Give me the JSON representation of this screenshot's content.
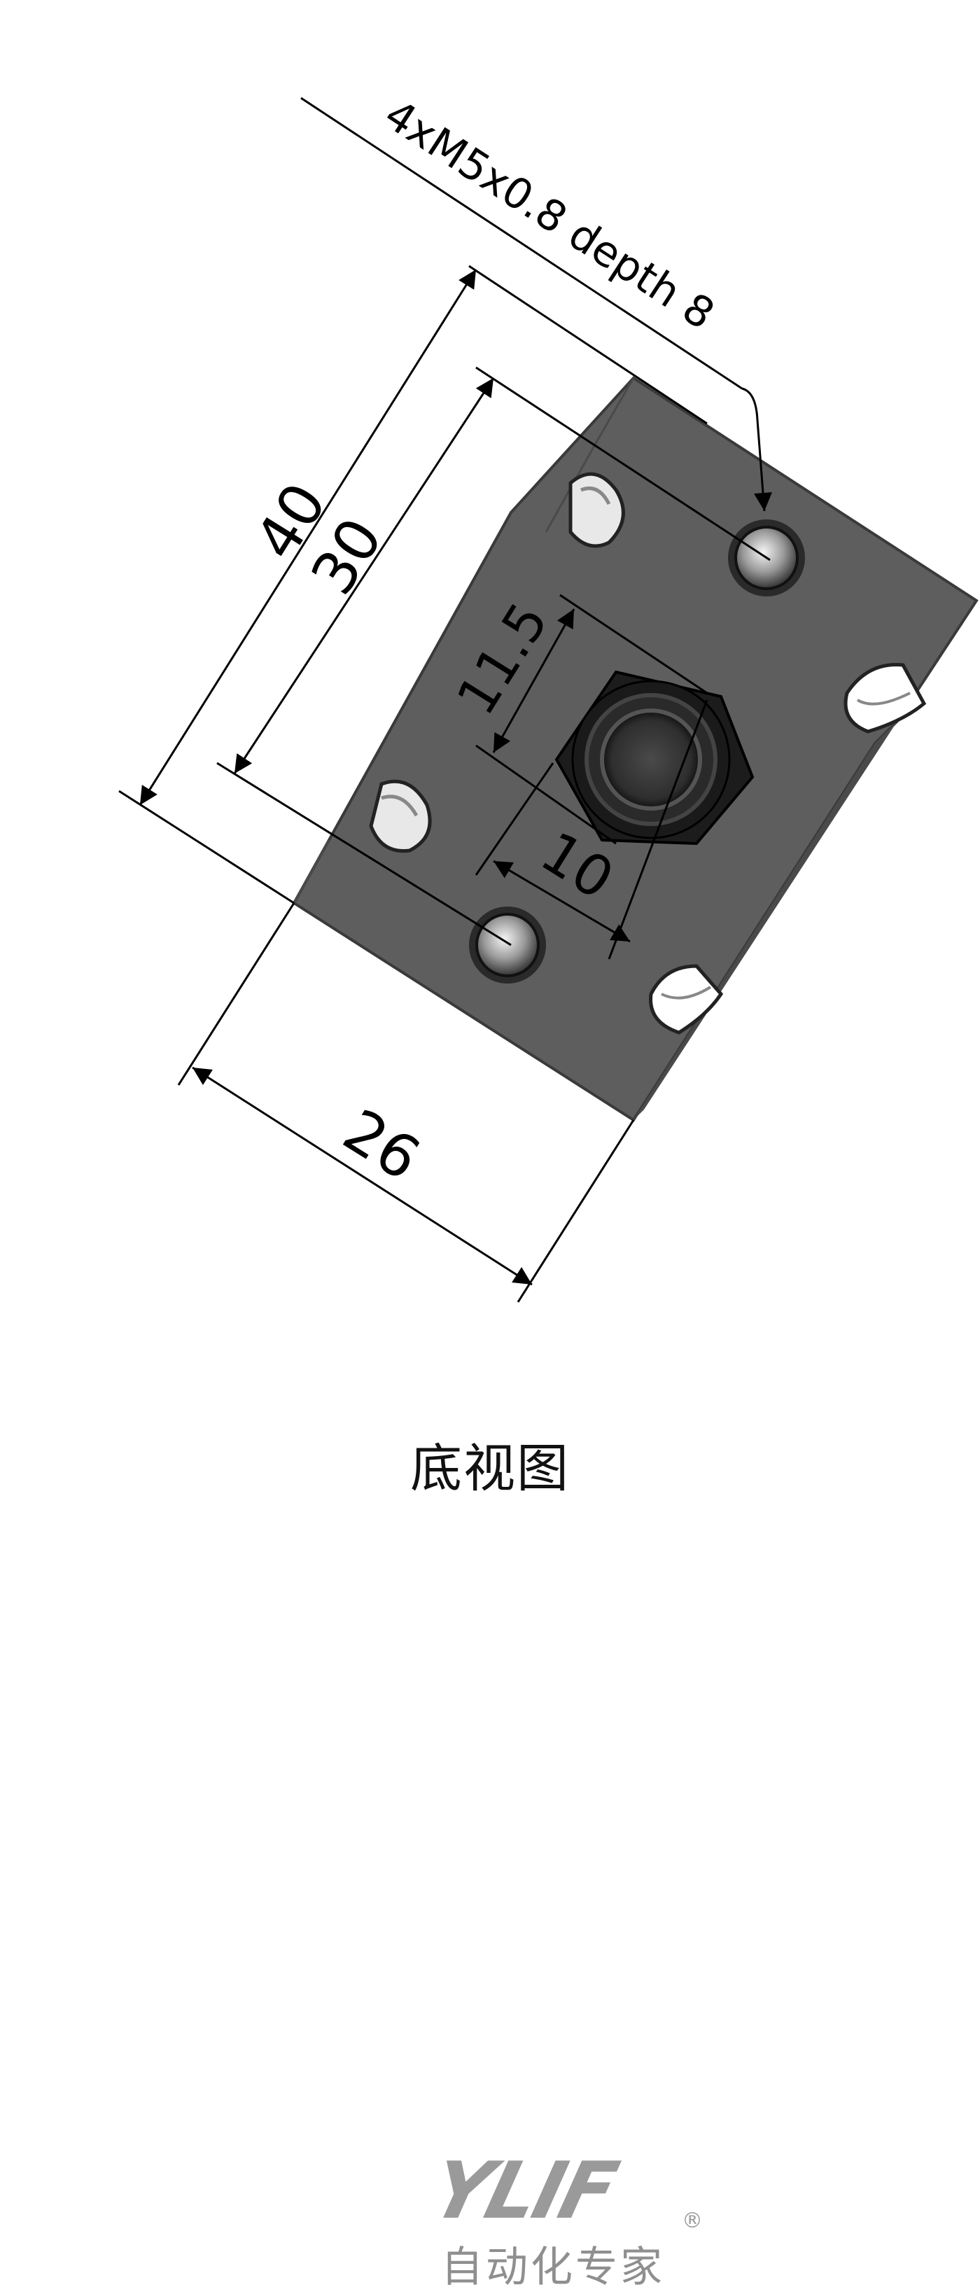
{
  "drawing": {
    "thread_callout": "4xM5x0.8 depth 8",
    "dim_height_outer": "40",
    "dim_height_inner": "30",
    "dim_hex_height": "11.5",
    "dim_hex_width": "10",
    "dim_width": "26",
    "colors": {
      "plate": "#5e5e5e",
      "plate_edge": "#3a3a3a",
      "hex_nut": "#1c1c1c",
      "line": "#000000"
    }
  },
  "caption": "底视图",
  "logo": {
    "word": "YLIF",
    "registered": "®",
    "subtitle": "自动化专家"
  }
}
